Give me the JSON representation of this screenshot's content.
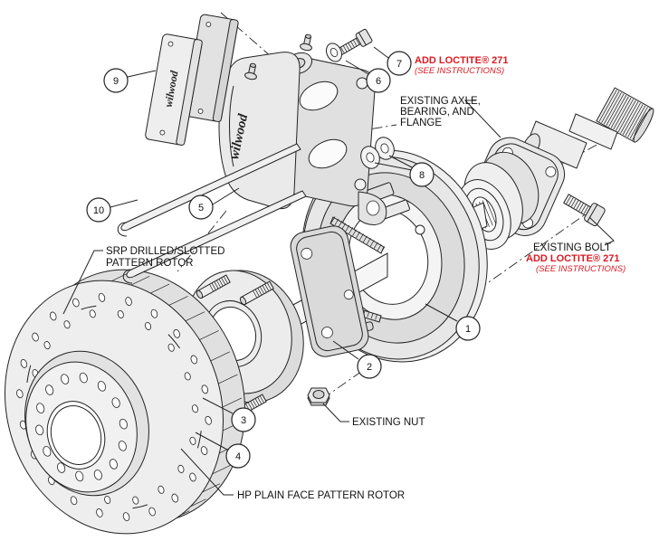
{
  "colors": {
    "accent_red": "#d91a21",
    "line": "#232323",
    "part_fill_light": "#ececec",
    "part_fill_mid": "#dcdcdc",
    "background": "#ffffff"
  },
  "balloons": {
    "b1": "1",
    "b2": "2",
    "b3": "3",
    "b4": "4",
    "b5": "5",
    "b6": "6",
    "b7": "7",
    "b8": "8",
    "b9": "9",
    "b10": "10"
  },
  "labels": {
    "loctite_top_1": "ADD LOCTITE® 271",
    "loctite_top_2": "(SEE INSTRUCTIONS)",
    "axle_1": "EXISTING AXLE,",
    "axle_2": "BEARING, AND",
    "axle_3": "FLANGE",
    "bolt_1": "EXISTING BOLT",
    "bolt_2": "ADD LOCTITE® 271",
    "bolt_3": "(SEE INSTRUCTIONS)",
    "srp_1": "SRP DRILLED/SLOTTED",
    "srp_2": "PATTERN ROTOR",
    "nut": "EXISTING NUT",
    "hp": "HP PLAIN FACE PATTERN ROTOR",
    "brand": "wilwood"
  }
}
